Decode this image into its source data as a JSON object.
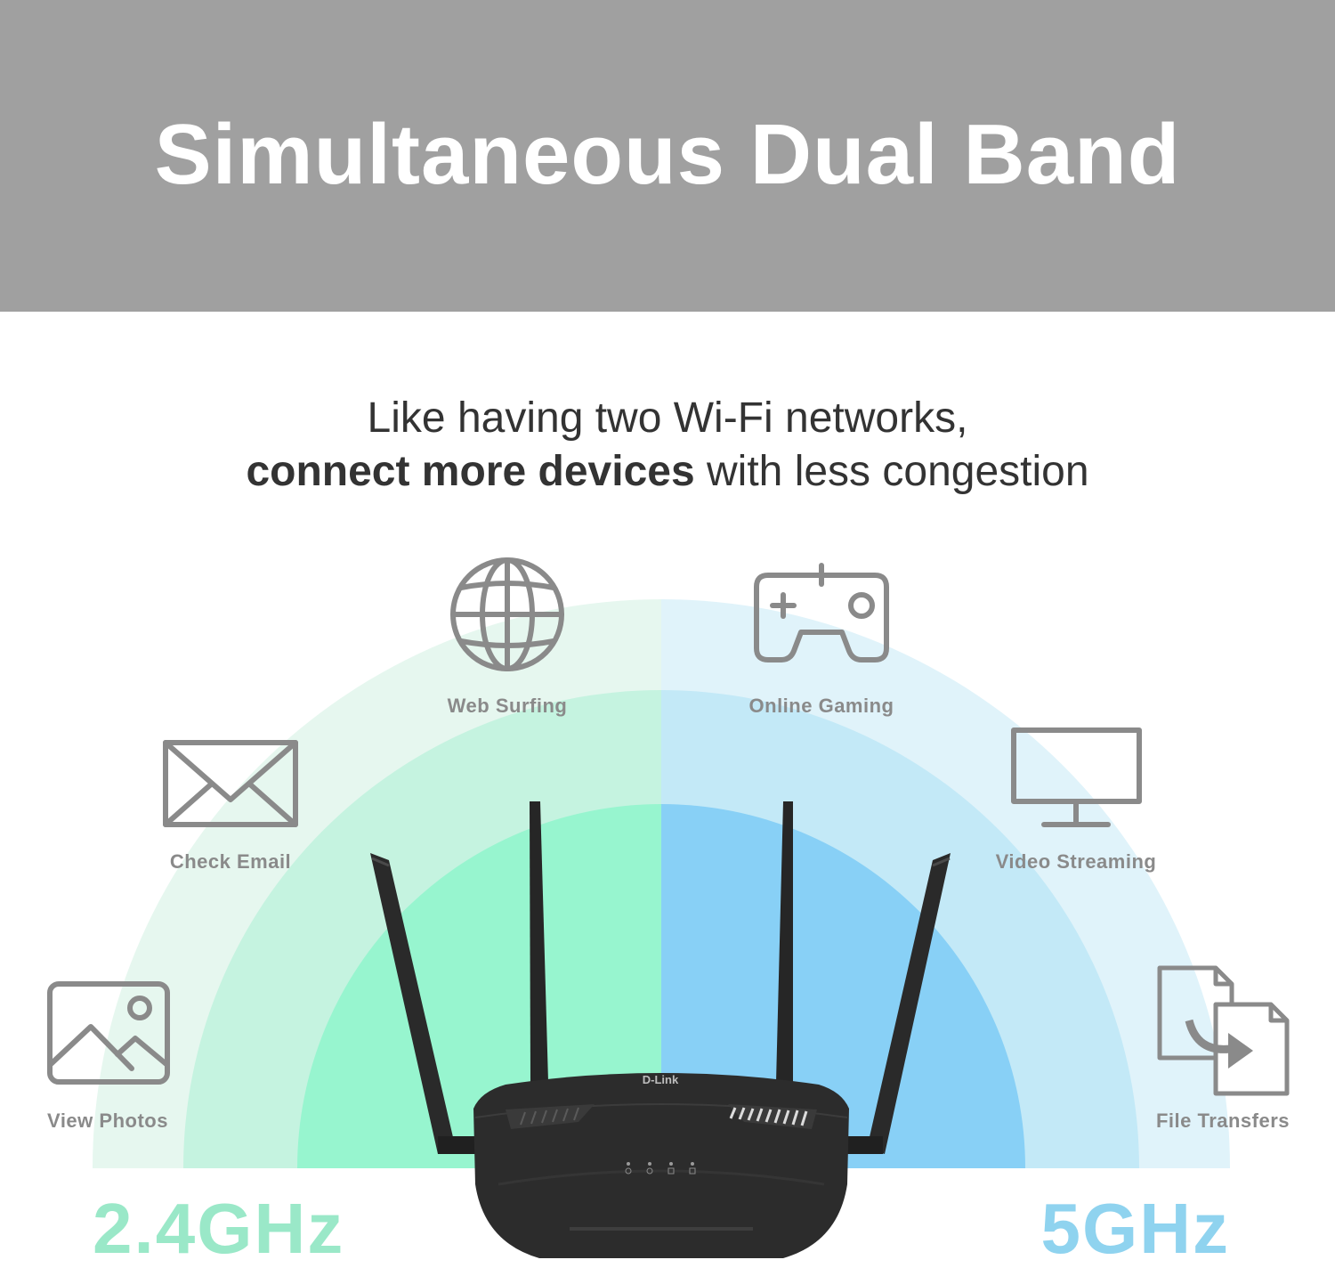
{
  "title": "Simultaneous Dual Band",
  "subtitle": {
    "line1": "Like having two Wi-Fi networks,",
    "line2_bold": "connect more devices",
    "line2_rest": " with less congestion"
  },
  "features": [
    {
      "label": "View Photos",
      "icon": "image-icon"
    },
    {
      "label": "Check Email",
      "icon": "envelope-icon"
    },
    {
      "label": "Web Surfing",
      "icon": "globe-icon"
    },
    {
      "label": "Online Gaming",
      "icon": "gamepad-icon"
    },
    {
      "label": "Video Streaming",
      "icon": "monitor-icon"
    },
    {
      "label": "File Transfers",
      "icon": "file-transfer-icon"
    }
  ],
  "bands": {
    "left": {
      "label": "2.4GHz",
      "color": "#9ae8c8"
    },
    "right": {
      "label": "5GHz",
      "color": "#8fd3ef"
    }
  },
  "router": {
    "brand": "D-Link"
  },
  "colors": {
    "banner": "#a0a0a0",
    "green_outer": "#e6f7ef",
    "green_mid": "#c5f3e0",
    "green_inner": "#97f5cf",
    "blue_outer": "#e0f3fa",
    "blue_mid": "#c3e9f7",
    "blue_inner": "#88d0f6",
    "icon_gray": "#8a8a8a"
  }
}
